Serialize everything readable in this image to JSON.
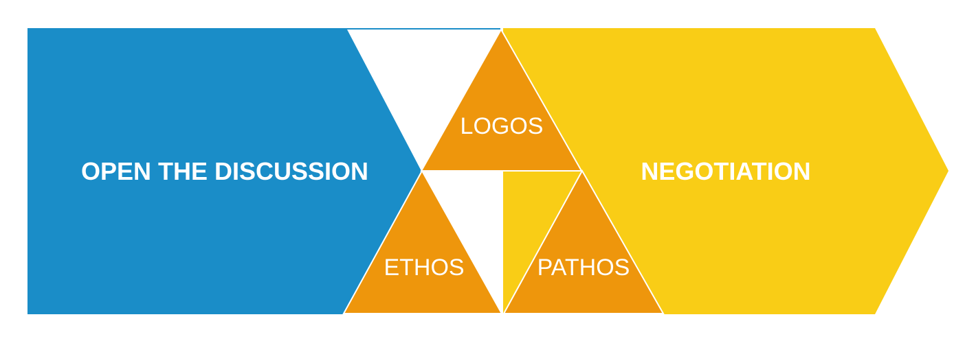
{
  "colors": {
    "blue": "#1A8DC8",
    "yellow": "#F9CD16",
    "orange": "#EE960C",
    "background": "#FFFFFF"
  },
  "left_block": {
    "label": "OPEN THE DISCUSSION"
  },
  "right_block": {
    "label": "NEGOTIATION"
  },
  "triangles": {
    "top": {
      "label": "LOGOS"
    },
    "bottom_left": {
      "label": "ETHOS"
    },
    "bottom_right": {
      "label": "PATHOS"
    }
  }
}
